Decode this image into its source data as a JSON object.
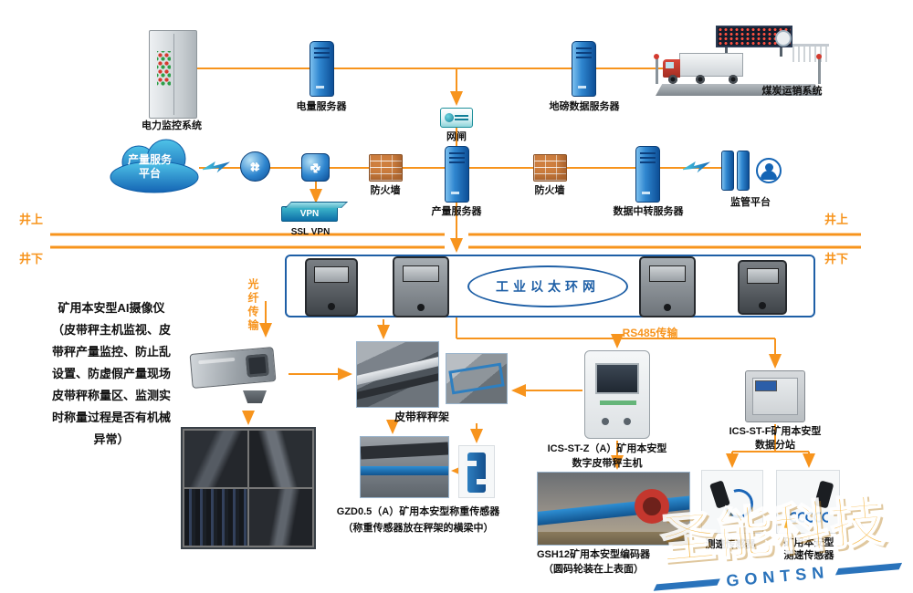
{
  "colors": {
    "accent": "#F7941D",
    "blue": "#1464B4",
    "ring_border": "#1E5FA6"
  },
  "top": {
    "power_monitor": "电力监控系统",
    "power_server": "电量服务器",
    "gateway": "网闸",
    "weighbridge_server": "地磅数据服务器",
    "coal_sales": "煤炭运销系统"
  },
  "mid": {
    "cloud": "产量服务平台",
    "firewall1": "防火墙",
    "production_server": "产量服务器",
    "firewall2": "防火墙",
    "relay_server": "数据中转服务器",
    "supervision": "监管平台",
    "vpn": "VPN",
    "ssl_vpn": "SSL VPN"
  },
  "divider": {
    "above_left": "井上",
    "below_left": "井下",
    "above_right": "井上",
    "below_right": "井下"
  },
  "ring": {
    "label": "工业以太环网",
    "fiber": "光纤传输",
    "rs485": "RS485传输"
  },
  "note": {
    "text": "矿用本安型AI摄像仪（皮带秤主机监视、皮带秤产量监控、防止乱设置、防虚假产量现场皮带秤称量区、监测实时称量过程是否有机械异常）"
  },
  "bottom": {
    "belt_frame": "皮带秤秤架",
    "load_cell1": "GZD0.5（A）矿用本安型称重传感器",
    "load_cell2": "（称重传感器放在秤架的横梁中）",
    "main1": "ICS-ST-Z（A）矿用本安型",
    "main2": "数字皮带秤主机",
    "sub1": "ICS-ST-F矿用本安型",
    "sub2": "数据分站",
    "enc1": "GSH12矿用本安型编码器",
    "enc2": "（圆码轮装在上表面）",
    "speed": "测速传感器",
    "sensor2a": "矿用本安型",
    "sensor2b": "测速传感器"
  },
  "brand": {
    "name": "圣能科技",
    "en": "GONTSN"
  }
}
